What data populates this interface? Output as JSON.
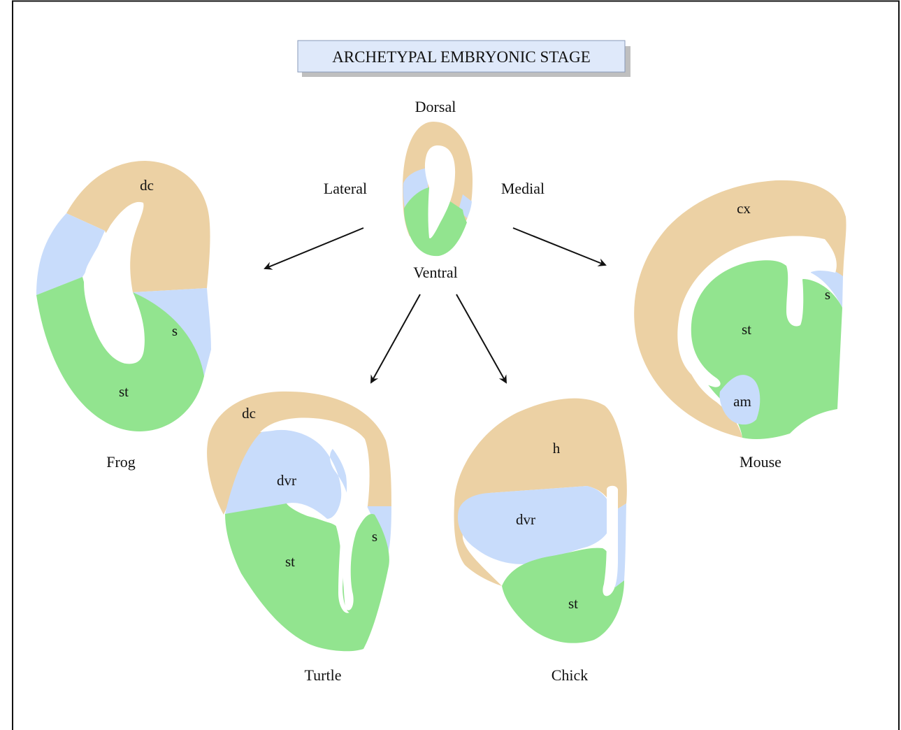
{
  "title": "ARCHETYPAL EMBRYONIC STAGE",
  "colors": {
    "pallium": "#ecd1a4",
    "ventral_pallium": "#c8dcfb",
    "subpallium": "#92e48f",
    "title_box_fill": "#dfe9fa",
    "title_box_shadow": "#bfbfbf",
    "line": "#111111"
  },
  "orientation": {
    "dorsal": "Dorsal",
    "ventral": "Ventral",
    "lateral": "Lateral",
    "medial": "Medial"
  },
  "species": {
    "frog": {
      "name": "Frog",
      "labels": {
        "dc": "dc",
        "s": "s",
        "st": "st"
      }
    },
    "turtle": {
      "name": "Turtle",
      "labels": {
        "dc": "dc",
        "dvr": "dvr",
        "st": "st",
        "s": "s"
      }
    },
    "chick": {
      "name": "Chick",
      "labels": {
        "h": "h",
        "dvr": "dvr",
        "st": "st"
      }
    },
    "mouse": {
      "name": "Mouse",
      "labels": {
        "cx": "cx",
        "st": "st",
        "s": "s",
        "am": "am"
      }
    }
  }
}
